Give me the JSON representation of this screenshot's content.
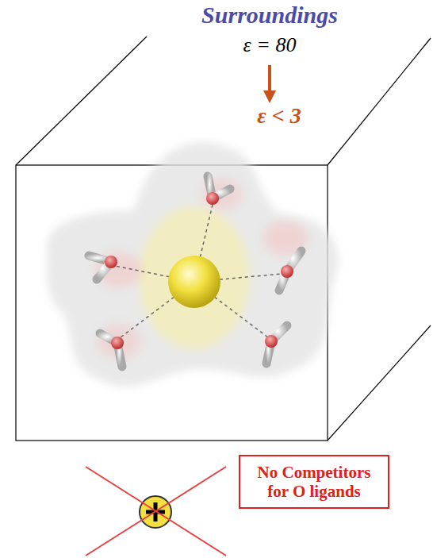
{
  "diagram": {
    "nodes": [
      {
        "text": [
          "No Competitors for O ligands"
        ]
      }
    ],
    "labels": [
      "Surroundings",
      "ε = 80",
      "ε < 3"
    ]
  }
}
